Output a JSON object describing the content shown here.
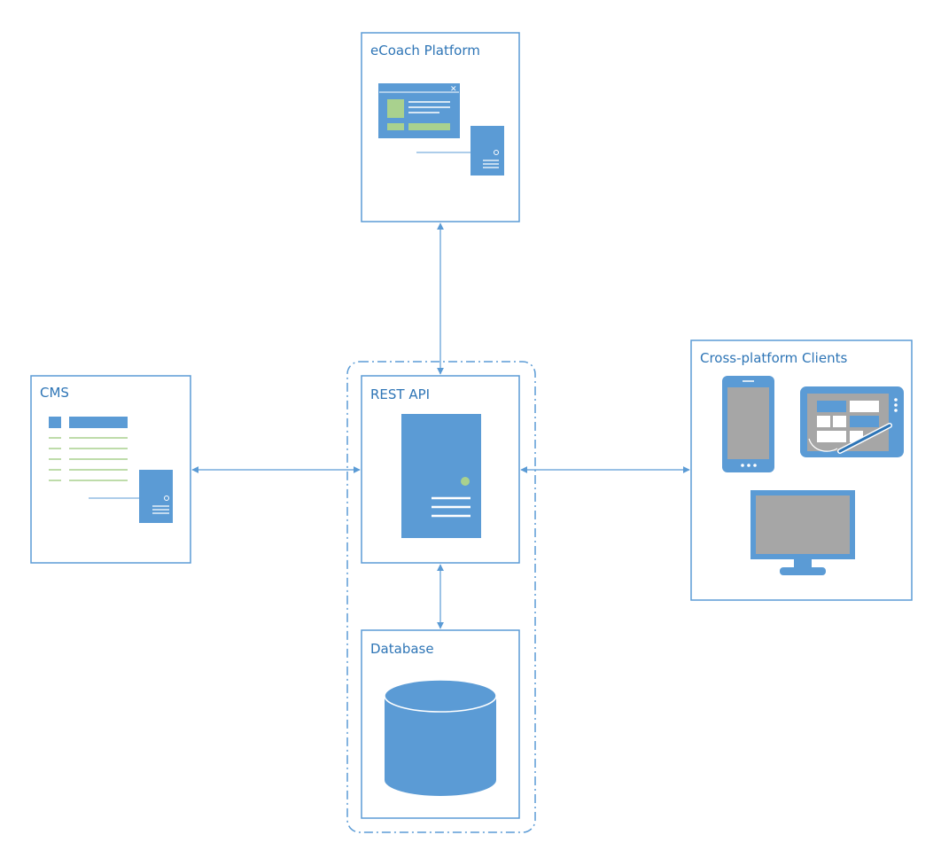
{
  "diagram": {
    "nodes": {
      "ecoach": {
        "title": "eCoach Platform"
      },
      "cms": {
        "title": "CMS"
      },
      "rest_api": {
        "title": "REST API"
      },
      "database": {
        "title": "Database"
      },
      "clients": {
        "title": "Cross-platform Clients"
      }
    },
    "connections": [
      {
        "from": "ecoach",
        "to": "rest_api",
        "bidirectional": true
      },
      {
        "from": "cms",
        "to": "rest_api",
        "bidirectional": true
      },
      {
        "from": "rest_api",
        "to": "clients",
        "bidirectional": true
      },
      {
        "from": "rest_api",
        "to": "database",
        "bidirectional": true
      }
    ]
  },
  "colors": {
    "line": "#5B9BD5",
    "fill": "#5B9BD5",
    "accent_green": "#A9D18E",
    "screen_gray": "#A6A6A6",
    "title_text": "#2E75B6"
  }
}
